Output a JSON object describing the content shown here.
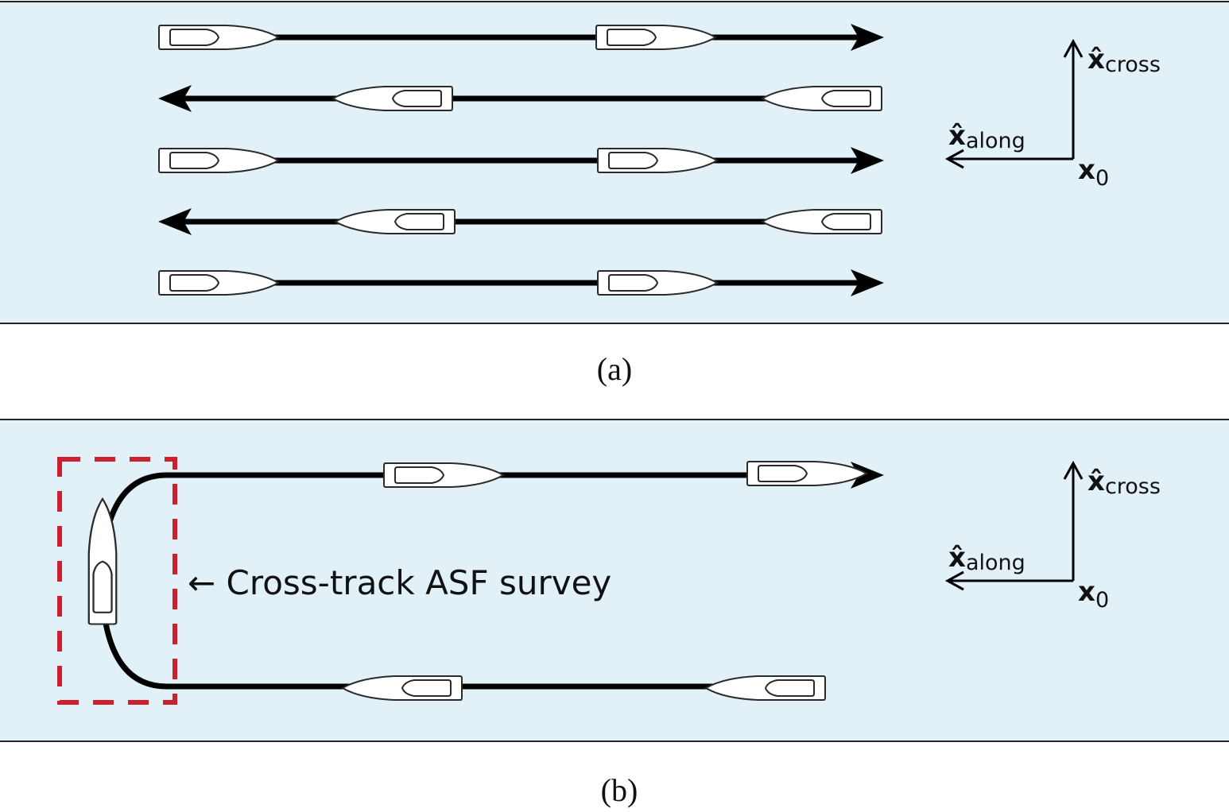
{
  "colors": {
    "water": "#e2f1f8",
    "panel_border": "#222222",
    "track": "#000000",
    "boat_fill": "#ffffff",
    "boat_stroke": "#2a2a2a",
    "highlight": "#cc1f2f"
  },
  "icons": {
    "boat": "boat-icon",
    "track_arrow": "arrowhead-icon"
  },
  "panel_a": {
    "caption": "(a)",
    "axes": {
      "cross_symbol": "x̂",
      "cross_sub": "cross",
      "along_symbol": "x̂",
      "along_sub": "along",
      "origin_symbol": "x",
      "origin_sub": "0"
    },
    "track_directions": [
      "right",
      "left",
      "right",
      "left",
      "right"
    ]
  },
  "panel_b": {
    "caption": "(b)",
    "annotation": "← Cross-track ASF survey",
    "axes": {
      "cross_symbol": "x̂",
      "cross_sub": "cross",
      "along_symbol": "x̂",
      "along_sub": "along",
      "origin_symbol": "x",
      "origin_sub": "0"
    }
  }
}
